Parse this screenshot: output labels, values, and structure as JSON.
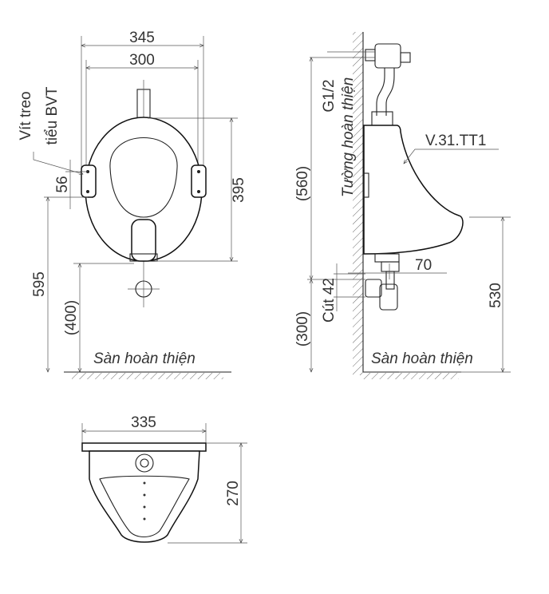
{
  "front_view": {
    "dim_outer_width": "345",
    "dim_bracket_width": "300",
    "dim_body_height": "395",
    "dim_bracket_spacing": "56",
    "dim_bracket_to_floor": "595",
    "dim_drain_to_floor": "(400)",
    "label_screw_line1": "Vít treo",
    "label_screw_line2": "tiểu BVT",
    "label_floor": "Sàn hoàn thiện"
  },
  "side_view": {
    "dim_supply_height": "(560)",
    "dim_outlet_height": "(300)",
    "dim_rim_height": "530",
    "dim_offset": "70",
    "label_supply": "G1/2",
    "label_outlet": "Cút 42",
    "label_wall": "Tường hoàn thiện",
    "label_model": "V.31.TT1",
    "label_floor": "Sàn hoàn thiện"
  },
  "top_view": {
    "dim_width": "335",
    "dim_depth": "270"
  }
}
